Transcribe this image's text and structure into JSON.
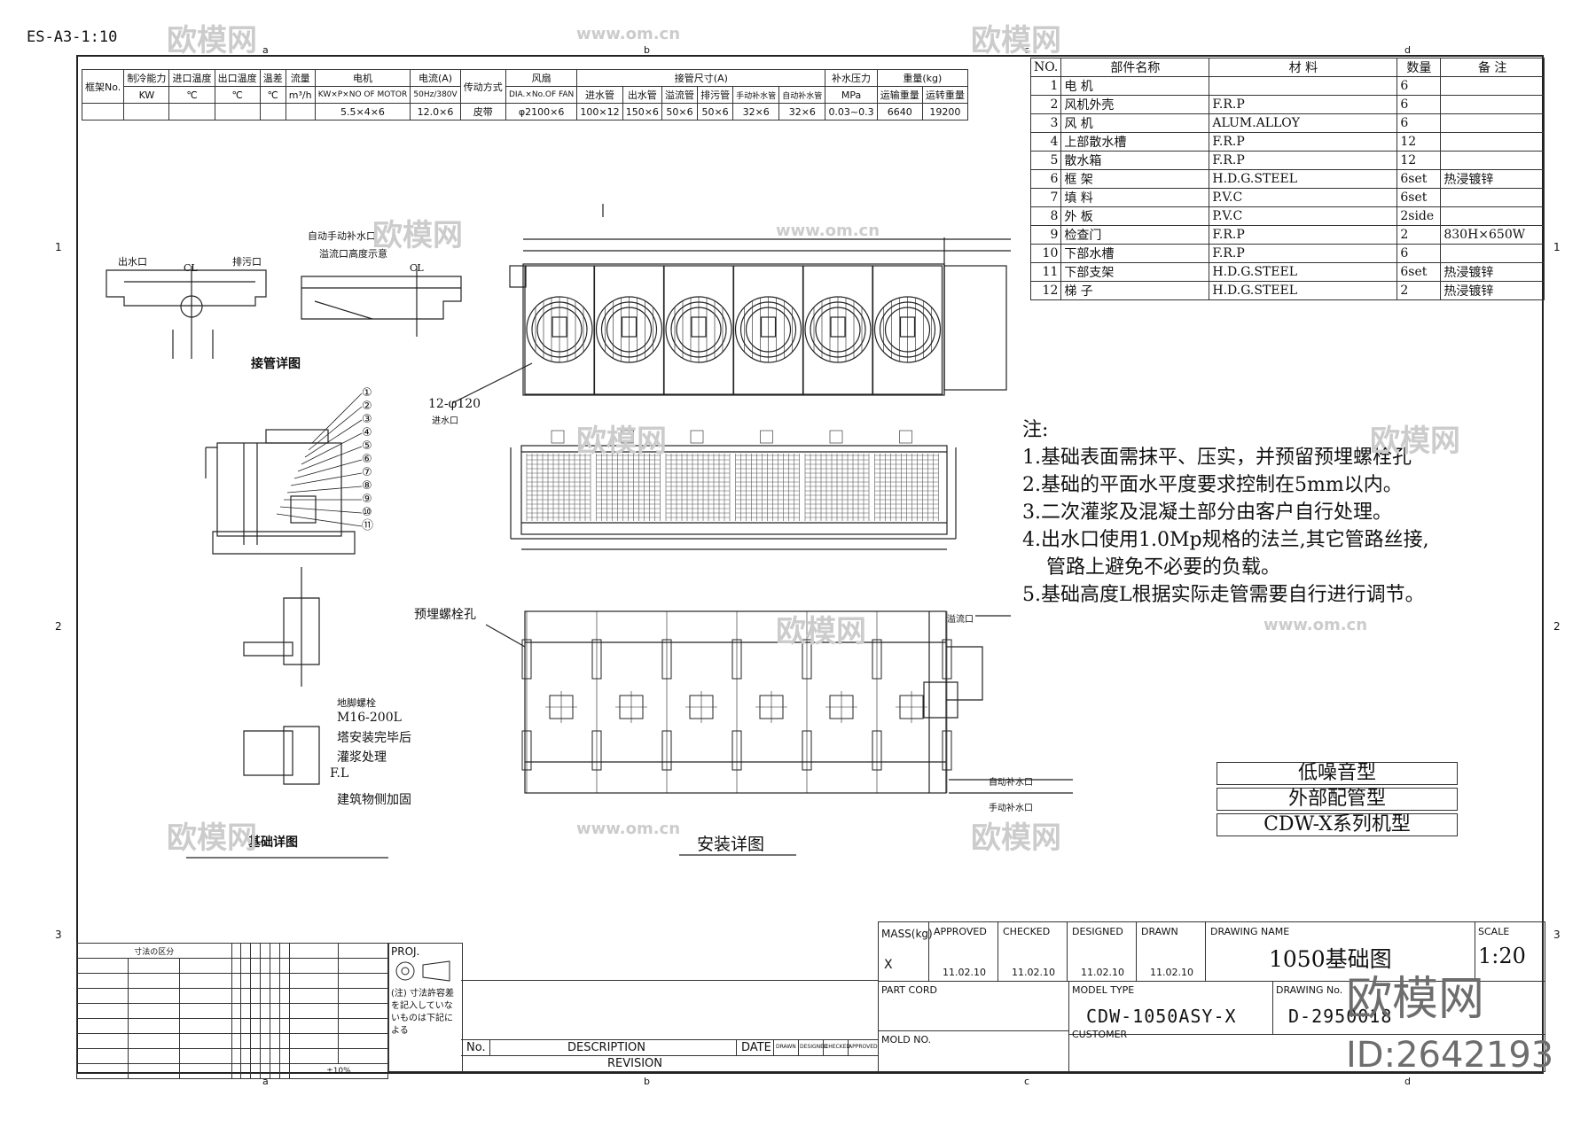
{
  "sheet_code": "ES-A3-1:10",
  "grid": {
    "cols": [
      "a",
      "b",
      "c",
      "d"
    ],
    "rows": [
      "1",
      "2",
      "3"
    ]
  },
  "spec_table": {
    "headers": [
      "框架No.",
      "制冷能力",
      "进口温度",
      "出口温度",
      "温差",
      "流量",
      "电机",
      "电流(A)",
      "传动方式",
      "风扇",
      "接管尺寸(A)",
      "补水压力",
      "重量(kg)"
    ],
    "units": [
      "KW",
      "℃",
      "℃",
      "℃",
      "m³/h",
      "KW×P×NO OF MOTOR",
      "50Hz/380V",
      "DIA.×No.OF FAN",
      "MPa"
    ],
    "pipe_sub": [
      "进水管",
      "出水管",
      "溢流管",
      "排污管",
      "手动补水管",
      "自动补水管"
    ],
    "weight_sub": [
      "运输重量",
      "运转重量"
    ],
    "values": [
      "5.5×4×6",
      "12.0×6",
      "皮带",
      "φ2100×6",
      "100×12",
      "150×6",
      "50×6",
      "50×6",
      "32×6",
      "32×6",
      "0.03~0.3",
      "6640",
      "19200"
    ]
  },
  "parts_table": {
    "headers": [
      "NO.",
      "部件名称",
      "材 料",
      "数量",
      "备 注"
    ],
    "rows": [
      {
        "no": "1",
        "name": "电 机",
        "material": "",
        "qty": "6",
        "note": ""
      },
      {
        "no": "2",
        "name": "风机外壳",
        "material": "F.R.P",
        "qty": "6",
        "note": ""
      },
      {
        "no": "3",
        "name": "风 机",
        "material": "ALUM.ALLOY",
        "qty": "6",
        "note": ""
      },
      {
        "no": "4",
        "name": "上部散水槽",
        "material": "F.R.P",
        "qty": "12",
        "note": ""
      },
      {
        "no": "5",
        "name": "散水箱",
        "material": "F.R.P",
        "qty": "12",
        "note": ""
      },
      {
        "no": "6",
        "name": "框 架",
        "material": "H.D.G.STEEL",
        "qty": "6set",
        "note": "热浸镀锌"
      },
      {
        "no": "7",
        "name": "填 料",
        "material": "P.V.C",
        "qty": "6set",
        "note": ""
      },
      {
        "no": "8",
        "name": "外 板",
        "material": "P.V.C",
        "qty": "2side",
        "note": ""
      },
      {
        "no": "9",
        "name": "检查门",
        "material": "F.R.P",
        "qty": "2",
        "note": "830H×650W"
      },
      {
        "no": "10",
        "name": "下部水槽",
        "material": "F.R.P",
        "qty": "6",
        "note": ""
      },
      {
        "no": "11",
        "name": "下部支架",
        "material": "H.D.G.STEEL",
        "qty": "6set",
        "note": "热浸镀锌"
      },
      {
        "no": "12",
        "name": "梯 子",
        "material": "H.D.G.STEEL",
        "qty": "2",
        "note": "热浸镀锌"
      }
    ]
  },
  "notes": {
    "title": "注:",
    "items": [
      "1.基础表面需抹平、压实，并预留预埋螺栓孔",
      "2.基础的平面水平度要求控制在5mm以内。",
      "3.二次灌浆及混凝土部分由客户自行处理。",
      "4.出水口使用1.0Mp规格的法兰,其它管路丝接,",
      "管路上避免不必要的负载。",
      "5.基础高度L根据实际走管需要自行进行调节。"
    ]
  },
  "labels": {
    "pipe_detail": "接管详图",
    "outlet": "出水口",
    "drain": "排污口",
    "cl": "CL",
    "auto_fill": "自动手动补水口",
    "overflow_pos": "溢流口高度示意",
    "inlet_spec": "12-φ120",
    "inlet": "进水口",
    "bolt_holes": "预埋螺栓孔",
    "overflow": "溢流口",
    "auto_fill2": "自动补水口",
    "manual_fill": "手动补水口",
    "anchor": "地脚螺栓",
    "anchor_spec": "M16-200L",
    "after_install": "塔安装完毕后",
    "grouting": "灌浆处理",
    "fl": "F.L",
    "reinforce": "建筑物侧加固",
    "foundation_detail": "基础详图",
    "install_detail": "安装详图"
  },
  "callouts": [
    "①",
    "②",
    "③",
    "④",
    "⑤",
    "⑥",
    "⑦",
    "⑧",
    "⑨",
    "⑩",
    "⑪"
  ],
  "tags": [
    "低噪音型",
    "外部配管型",
    "CDW-X系列机型"
  ],
  "title_block": {
    "mass": "MASS(kg)",
    "x": "X",
    "approved": "APPROVED",
    "checked": "CHECKED",
    "designed": "DESIGNED",
    "drawn": "DRAWN",
    "dates": [
      "11.02.10",
      "11.02.10",
      "11.02.10",
      "11.02.10"
    ],
    "drawing_name_label": "DRAWING NAME",
    "drawing_name": "1050基础图",
    "scale_label": "SCALE",
    "scale": "1:20",
    "part_cord": "PART CORD",
    "model_type_label": "MODEL TYPE",
    "model_type": "CDW-1050ASY-X",
    "drawing_no_label": "DRAWING No.",
    "drawing_no": "D-2950018",
    "mold_no": "MOLD NO.",
    "customer": "CUSTOMER",
    "rev_no": "No.",
    "description": "DESCRIPTION",
    "date": "DATE",
    "rev_cols": [
      "DRAWN",
      "DESIGNED",
      "CHECKED",
      "APPROVED"
    ],
    "revision": "REVISION",
    "proj": "PROJ.",
    "proj_note": "(注) 寸法許容差を記入していないものは下記による",
    "tol_title": "寸法の区分",
    "tol_pm": "±10%"
  },
  "watermark": {
    "brand": "欧模网",
    "site": "www.om.cn",
    "id": "ID:2642193"
  }
}
